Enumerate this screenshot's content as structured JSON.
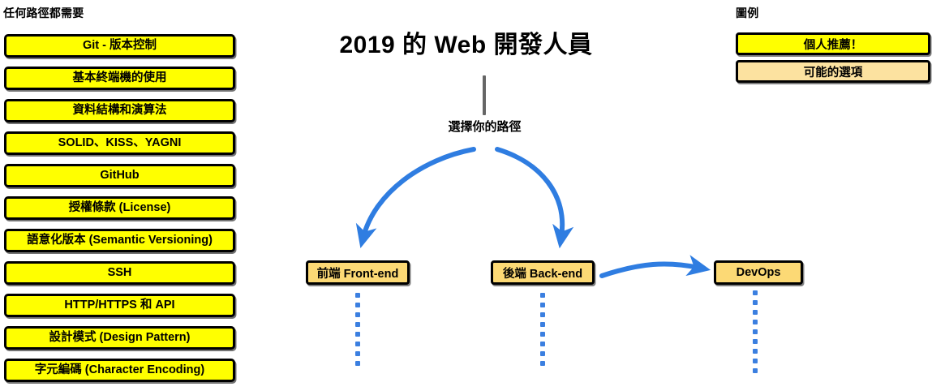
{
  "page": {
    "accent_blue": "#2f7de1",
    "recommended_yellow": "#ffff00",
    "optional_tan": "#fce2a0",
    "role_tan": "#fcd975",
    "stem_grey": "#666666"
  },
  "header": {
    "main_title": "2019 的 Web 開發人員",
    "choose_path_label": "選擇你的路徑"
  },
  "required_section": {
    "heading": "任何路徑都需要",
    "items": [
      {
        "label": "Git - 版本控制"
      },
      {
        "label": "基本終端機的使用"
      },
      {
        "label": "資料結構和演算法"
      },
      {
        "label": "SOLID、KISS、YAGNI"
      },
      {
        "label": "GitHub"
      },
      {
        "label": "授權條款 (License)"
      },
      {
        "label": "語意化版本 (Semantic Versioning)"
      },
      {
        "label": "SSH"
      },
      {
        "label": "HTTP/HTTPS 和 API"
      },
      {
        "label": "設計模式 (Design Pattern)"
      },
      {
        "label": "字元編碼 (Character Encoding)"
      }
    ]
  },
  "paths": {
    "frontend": {
      "label": "前端 Front-end"
    },
    "backend": {
      "label": "後端 Back-end"
    },
    "devops": {
      "label": "DevOps"
    }
  },
  "legend": {
    "heading": "圖例",
    "items": [
      {
        "label": "個人推薦！",
        "swatch": "#ffff00"
      },
      {
        "label": "可能的選項",
        "swatch": "#fce2a0"
      }
    ]
  },
  "icons": {
    "arrow_to_frontend": "curved-arrow-down-left-icon",
    "arrow_to_backend": "curved-arrow-down-right-icon",
    "arrow_backend_to_devops": "curved-arrow-right-icon",
    "dotted_continuation": "dotted-line-icon",
    "title_stem": "vertical-stem-icon"
  }
}
